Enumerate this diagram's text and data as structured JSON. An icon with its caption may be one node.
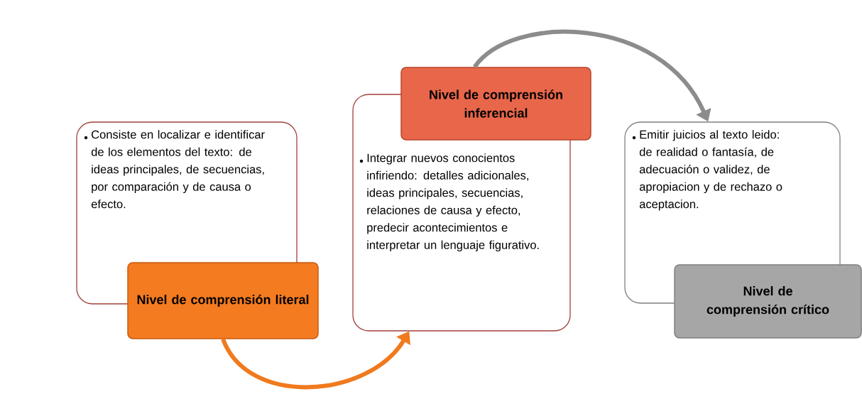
{
  "diagram": {
    "nodes": [
      {
        "text": [
          "Consiste en localizar e identificar de los elementos del texto:  de ideas principales, de secuencias, por comparación y de causa o efecto."
        ]
      },
      {
        "text": [
          "Nivel de comprensión literal"
        ]
      },
      {
        "text": [
          "Nivel de comprensión inferencial"
        ]
      },
      {
        "text": [
          "Integrar nuevos conocientos infiriendo: detalles adicionales, ideas principales, secuencias, relaciones de causa y efecto, predecir acontecimientos e interpretar un lenguaje figurativo."
        ]
      },
      {
        "text": [
          "Emitir juicios al texto leido: de realidad o fantasía, de adecuación o validez, de apropiacion y de rechazo o aceptacion."
        ]
      },
      {
        "text": [
          "Nivel de comprensión crítico"
        ]
      }
    ],
    "edges": [
      {
        "from": 1,
        "to": 3,
        "arrow": "to",
        "color": "#f07a1e"
      },
      {
        "from": 2,
        "to": 4,
        "arrow": "to",
        "color": "#8c8c8c"
      }
    ]
  }
}
